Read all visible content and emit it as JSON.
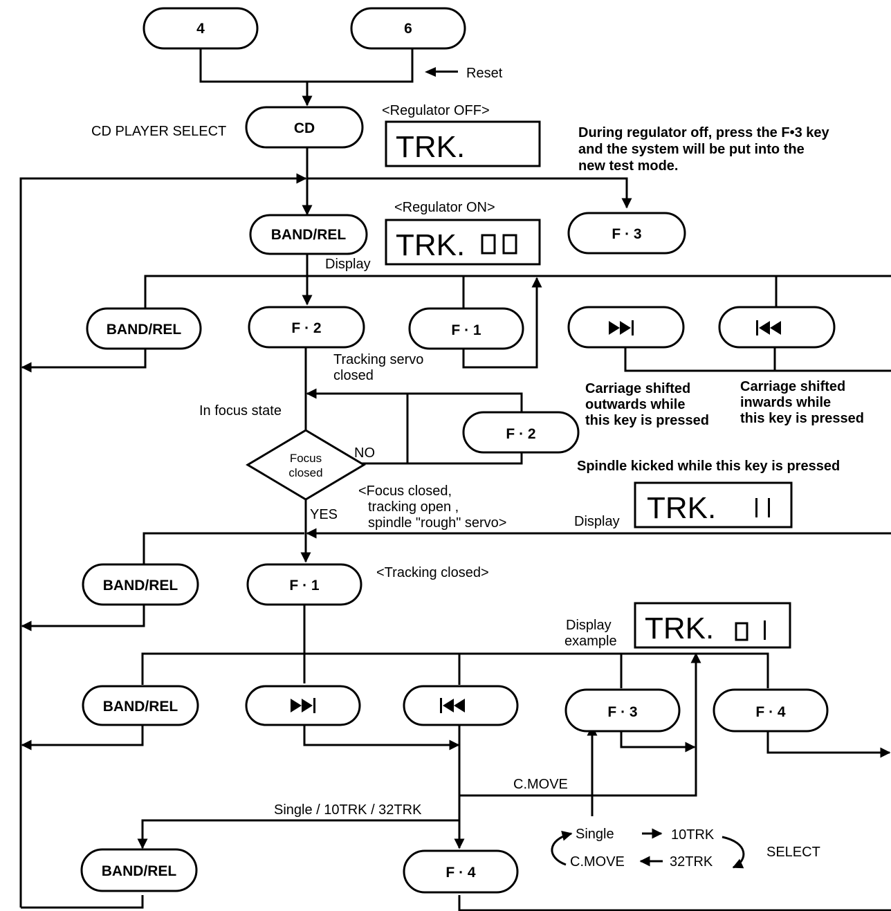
{
  "keys": {
    "k4": "4",
    "k6": "6",
    "cd": "CD",
    "band_rel": "BAND/REL",
    "f1": "F · 1",
    "f2": "F · 2",
    "f3": "F · 3",
    "f4": "F · 4"
  },
  "decision": {
    "line1": "Focus",
    "line2": "closed",
    "yes": "YES",
    "no": "NO"
  },
  "displays": {
    "trk": "TRK.",
    "reg_off_label": "<Regulator OFF>",
    "reg_on_label": "<Regulator ON>"
  },
  "labels": {
    "reset": "Reset",
    "cd_player_select": "CD PLAYER SELECT",
    "f3_note": [
      "During regulator off, press the F•3 key",
      "and the system will be put into the",
      "new test mode."
    ],
    "display": "Display",
    "tracking_servo": [
      "Tracking servo",
      "closed"
    ],
    "in_focus_state": "In focus state",
    "carriage_out": [
      "Carriage shifted",
      "outwards while",
      "this key is pressed"
    ],
    "carriage_in": [
      "Carriage shifted",
      "inwards while",
      "this key is pressed"
    ],
    "spindle_kicked": "Spindle kicked while this key is pressed",
    "focus_closed_state": [
      "<Focus closed,",
      "tracking open ,",
      "spindle \"rough\" servo>"
    ],
    "tracking_closed": "<Tracking closed>",
    "display_example": [
      "Display",
      "example"
    ],
    "cmove": "C.MOVE",
    "single_modes": "Single / 10TRK / 32TRK",
    "cycle": {
      "single": "Single",
      "trk10": "10TRK",
      "trk32": "32TRK",
      "cmove": "C.MOVE",
      "select": "SELECT"
    }
  }
}
